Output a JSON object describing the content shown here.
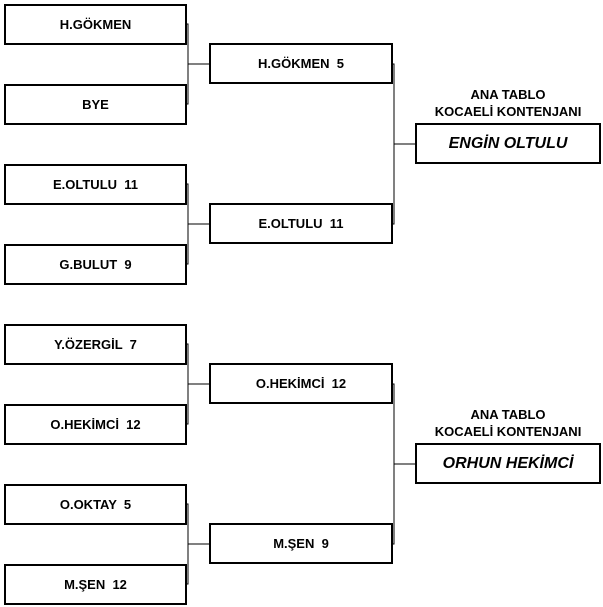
{
  "round1": [
    "H.GÖKMEN",
    "BYE",
    "E.OLTULU  11",
    "G.BULUT  9",
    "Y.ÖZERGİL  7",
    "O.HEKİMCİ  12",
    "O.OKTAY  5",
    "M.ŞEN  12"
  ],
  "round2": [
    "H.GÖKMEN  5",
    "E.OLTULU  11",
    "O.HEKİMCİ  12",
    "M.ŞEN  9"
  ],
  "finals": [
    {
      "caption_line1": "ANA TABLO",
      "caption_line2": "KOCAELİ KONTENJANI",
      "winner": "ENGİN OLTULU"
    },
    {
      "caption_line1": "ANA TABLO",
      "caption_line2": "KOCAELİ KONTENJANI",
      "winner": "ORHUN HEKİMCİ"
    }
  ]
}
